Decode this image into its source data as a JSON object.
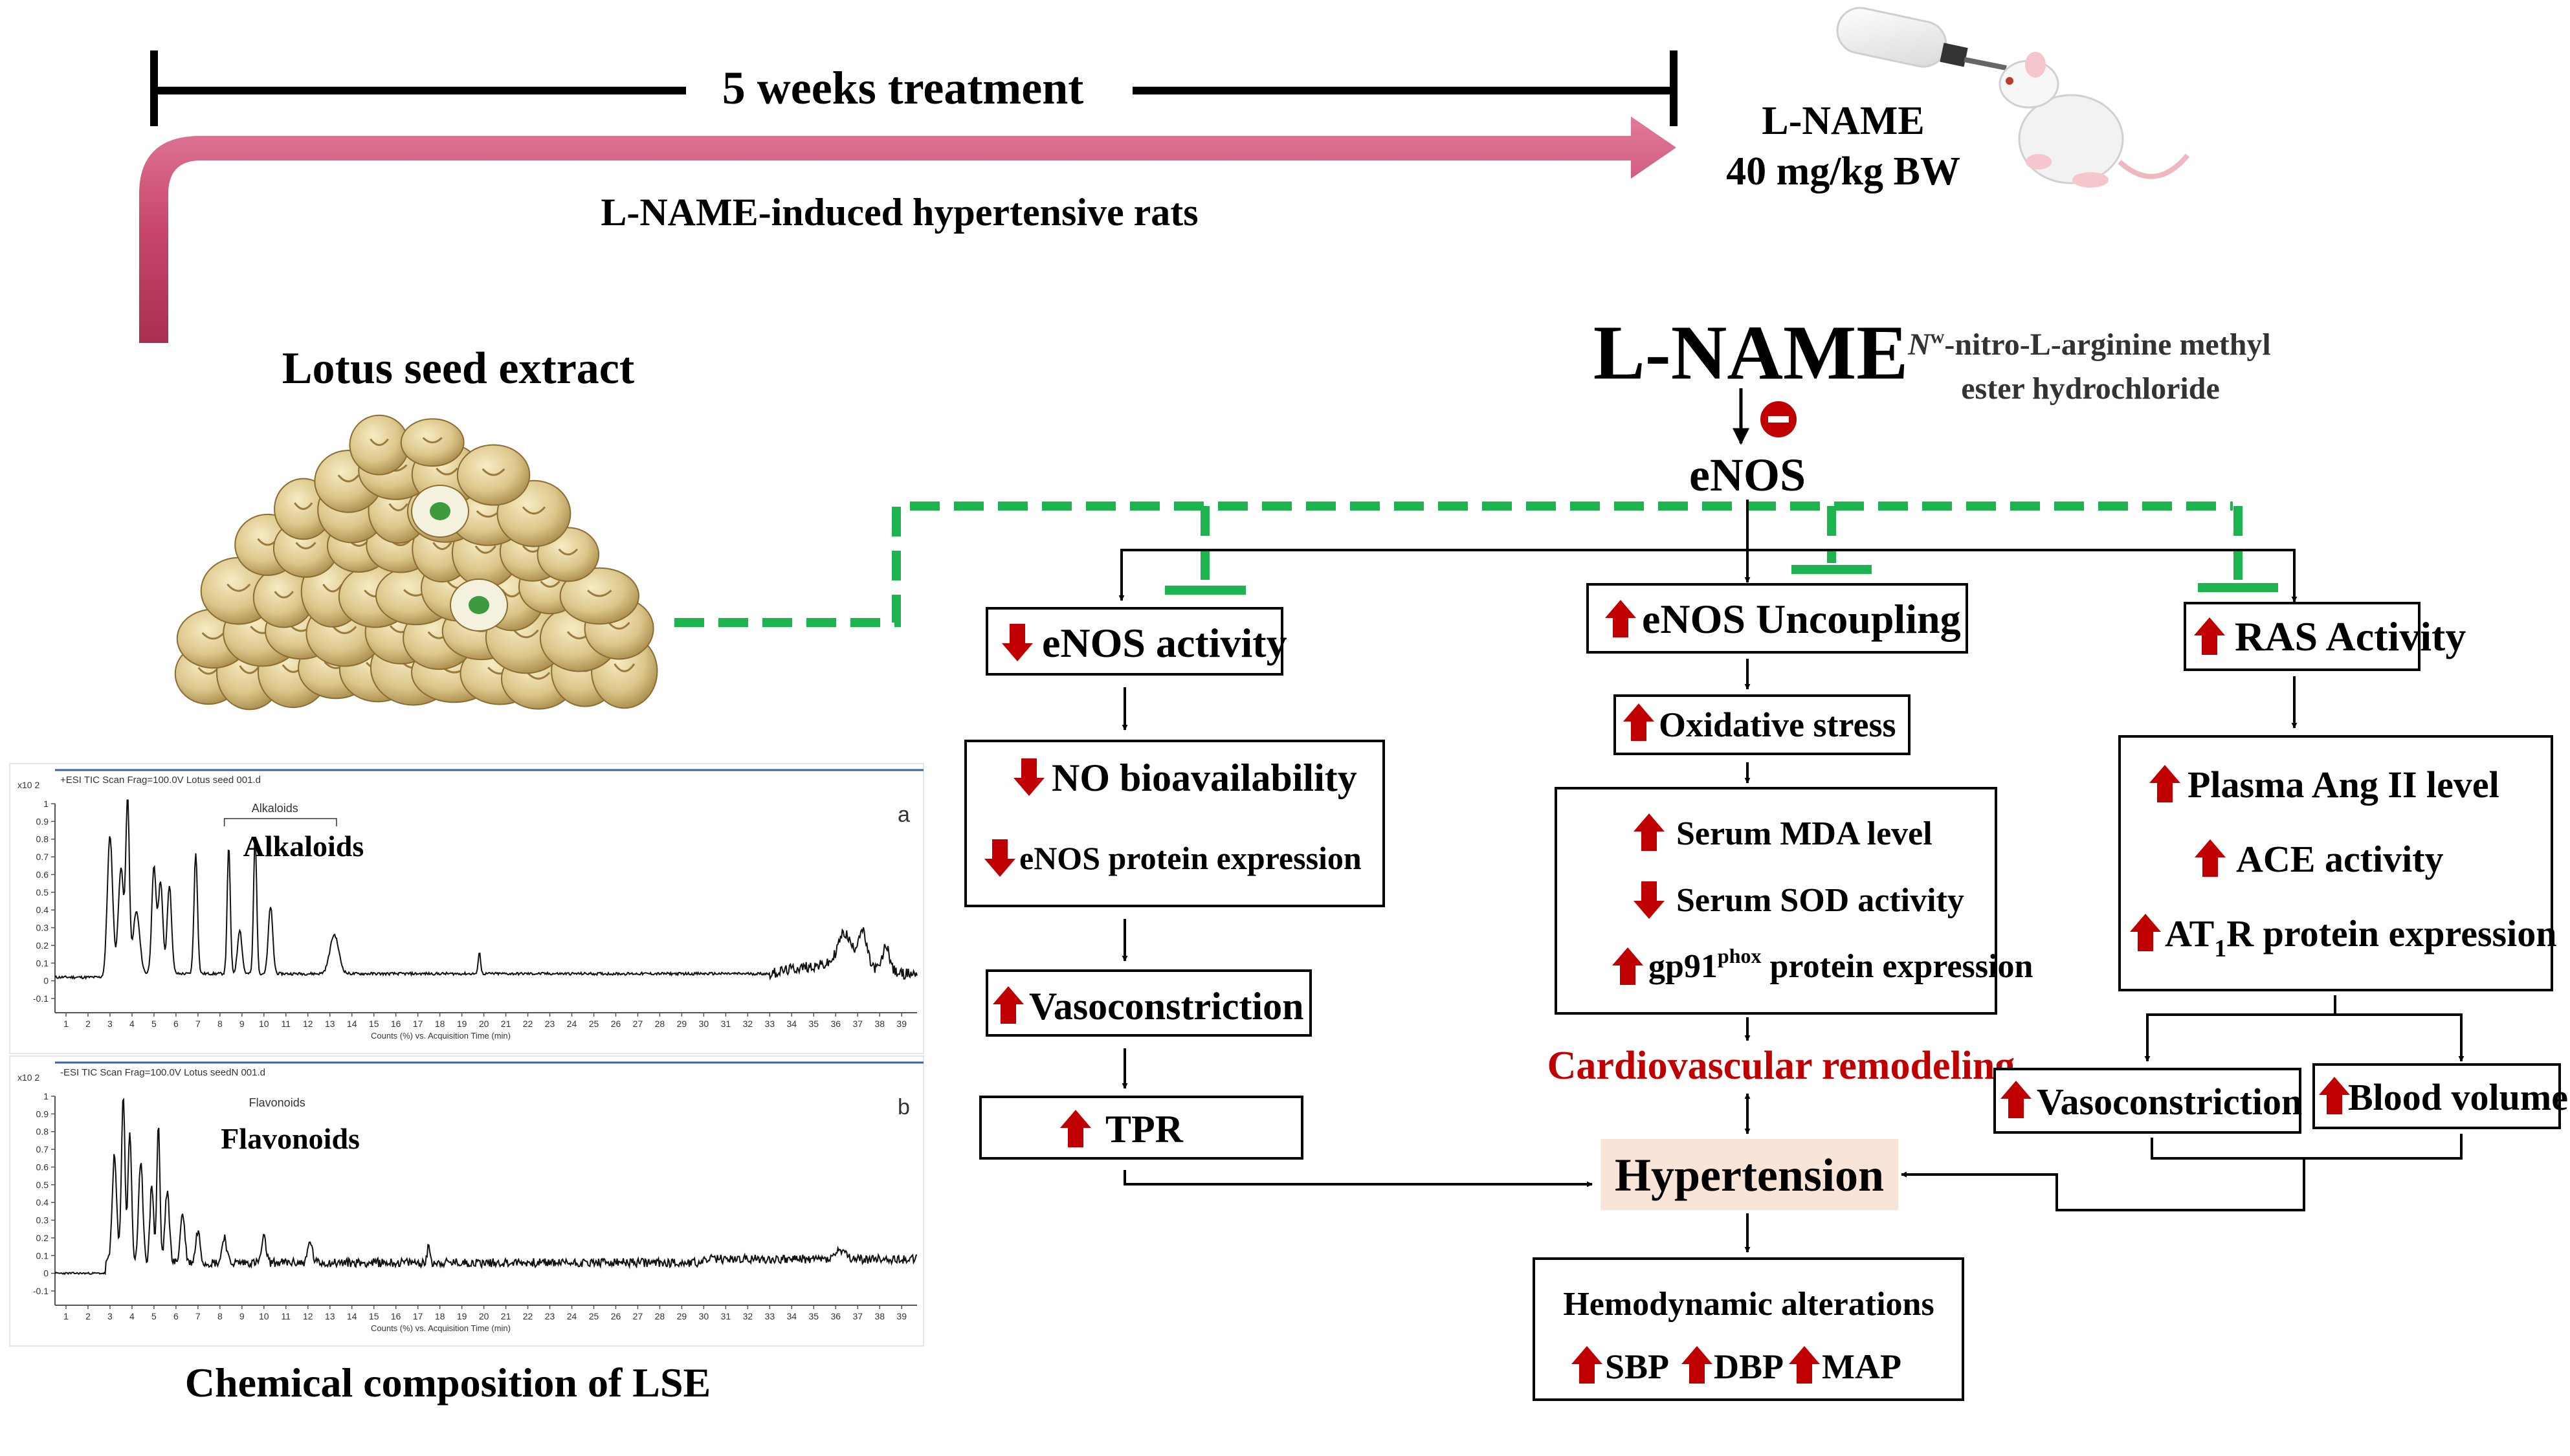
{
  "timeline": {
    "treatment_label": "5 weeks treatment",
    "model_label": "L-NAME-induced hypertensive rats",
    "dose_line1": "L-NAME",
    "dose_line2": "40 mg/kg BW"
  },
  "extract": {
    "title": "Lotus seed extract",
    "composition_caption": "Chemical composition of LSE"
  },
  "chromatograms": [
    {
      "header": "+ESI TIC Scan Frag=100.0V Lotus seed 001.d",
      "panel_letter": "a",
      "scale": "x10 2",
      "small_label": "Alkaloids",
      "bold_label": "Alkaloids",
      "y_ticks": [
        "1",
        "0.9",
        "0.8",
        "0.7",
        "0.6",
        "0.5",
        "0.4",
        "0.3",
        "0.2",
        "0.1",
        "0",
        "-0.1"
      ],
      "x_ticks": [
        "1",
        "2",
        "3",
        "4",
        "5",
        "6",
        "7",
        "8",
        "9",
        "10",
        "11",
        "12",
        "13",
        "14",
        "15",
        "16",
        "17",
        "18",
        "19",
        "20",
        "21",
        "22",
        "23",
        "24",
        "25",
        "26",
        "27",
        "28",
        "29",
        "30",
        "31",
        "32",
        "33",
        "34",
        "35",
        "36",
        "37",
        "38",
        "39"
      ],
      "x_axis_title": "Counts (%) vs. Acquisition Time (min)"
    },
    {
      "header": "-ESI TIC Scan Frag=100.0V Lotus seedN 001.d",
      "panel_letter": "b",
      "scale": "x10 2",
      "small_label": "Flavonoids",
      "bold_label": "Flavonoids",
      "y_ticks": [
        "1",
        "0.9",
        "0.8",
        "0.7",
        "0.6",
        "0.5",
        "0.4",
        "0.3",
        "0.2",
        "0.1",
        "0",
        "-0.1"
      ],
      "x_ticks": [
        "1",
        "2",
        "3",
        "4",
        "5",
        "6",
        "7",
        "8",
        "9",
        "10",
        "11",
        "12",
        "13",
        "14",
        "15",
        "16",
        "17",
        "18",
        "19",
        "20",
        "21",
        "22",
        "23",
        "24",
        "25",
        "26",
        "27",
        "28",
        "29",
        "30",
        "31",
        "32",
        "33",
        "34",
        "35",
        "36",
        "37",
        "38",
        "39"
      ],
      "x_axis_title": "Counts (%) vs. Acquisition Time (min)"
    }
  ],
  "lname": {
    "title": "L-NAME",
    "full_name_line1_italic": "N",
    "full_name_line1_sup": "w",
    "full_name_line1_rest": "-nitro-L-arginine methyl",
    "full_name_line2": "ester hydrochloride",
    "inhibit_symbol": "−",
    "target": "eNOS"
  },
  "left_branch": {
    "enos_activity": "eNOS activity",
    "no_bioavailability": "NO bioavailability",
    "enos_protein": "eNOS protein expression",
    "vasoconstriction": "Vasoconstriction",
    "tpr": "TPR"
  },
  "middle_branch": {
    "uncoupling": "eNOS Uncoupling",
    "oxidative_stress": "Oxidative stress",
    "serum_mda": "Serum MDA level",
    "serum_sod": "Serum SOD activity",
    "gp91_base": "gp91",
    "gp91_sup": "phox",
    "gp91_rest": " protein expression",
    "cardio_remodeling": "Cardiovascular remodeling"
  },
  "right_branch": {
    "ras_activity": "RAS Activity",
    "plasma_ang": "Plasma Ang II level",
    "ace_activity": "ACE activity",
    "at1r_pre": "AT",
    "at1r_sub": "1",
    "at1r_post": "R protein expression",
    "vasoconstriction": "Vasoconstriction",
    "blood_volume": "Blood volume"
  },
  "outcome": {
    "hypertension": "Hypertension",
    "hemodynamic_title": "Hemodynamic alterations",
    "sbp": "SBP",
    "dbp": "DBP",
    "map": "MAP"
  },
  "colors": {
    "pink_arrow": "#c8466d",
    "green_inhibit": "#1db34f",
    "red_arrow": "#c00000",
    "remodeling_text": "#c00000",
    "hypertension_bg": "#f9e4d8",
    "chrom_border": "#3b5fa8"
  }
}
